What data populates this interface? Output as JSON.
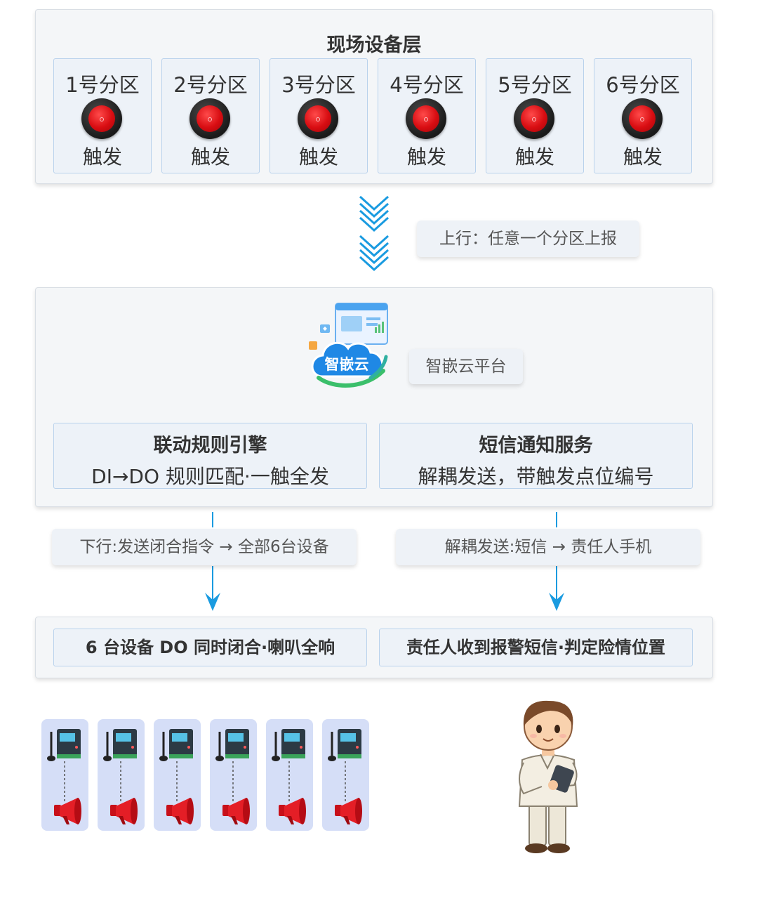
{
  "top_layer": {
    "title": "现场设备层",
    "zones": [
      {
        "label": "1号分区",
        "status": "触发"
      },
      {
        "label": "2号分区",
        "status": "触发"
      },
      {
        "label": "3号分区",
        "status": "触发"
      },
      {
        "label": "4号分区",
        "status": "触发"
      },
      {
        "label": "5号分区",
        "status": "触发"
      },
      {
        "label": "6号分区",
        "status": "触发"
      }
    ]
  },
  "uplink_label": "上行：任意一个分区上报",
  "cloud_layer": {
    "logo_text": "智嵌云",
    "platform_label": "智嵌云平台",
    "engines": [
      {
        "title": "联动规则引擎",
        "subtitle": "DI→DO 规则匹配·一触全发"
      },
      {
        "title": "短信通知服务",
        "subtitle": "解耦发送，带触发点位编号"
      }
    ]
  },
  "downlink_labels": {
    "left": "下行:发送闭合指令 → 全部6台设备",
    "right": "解耦发送:短信 → 责任人手机"
  },
  "results": {
    "left": "6 台设备 DO 同时闭合·喇叭全响",
    "right": "责任人收到报警短信·判定险情位置"
  },
  "device_count": 6,
  "colors": {
    "accent_blue": "#1a9be0",
    "alarm_red": "#d80d12",
    "card_border": "#b9d2ec",
    "device_bg": "#d5def7"
  },
  "icons": [
    "red-button-icon",
    "cloud-logo-icon",
    "gateway-device-icon",
    "horn-speaker-icon",
    "person-with-phone-icon"
  ]
}
